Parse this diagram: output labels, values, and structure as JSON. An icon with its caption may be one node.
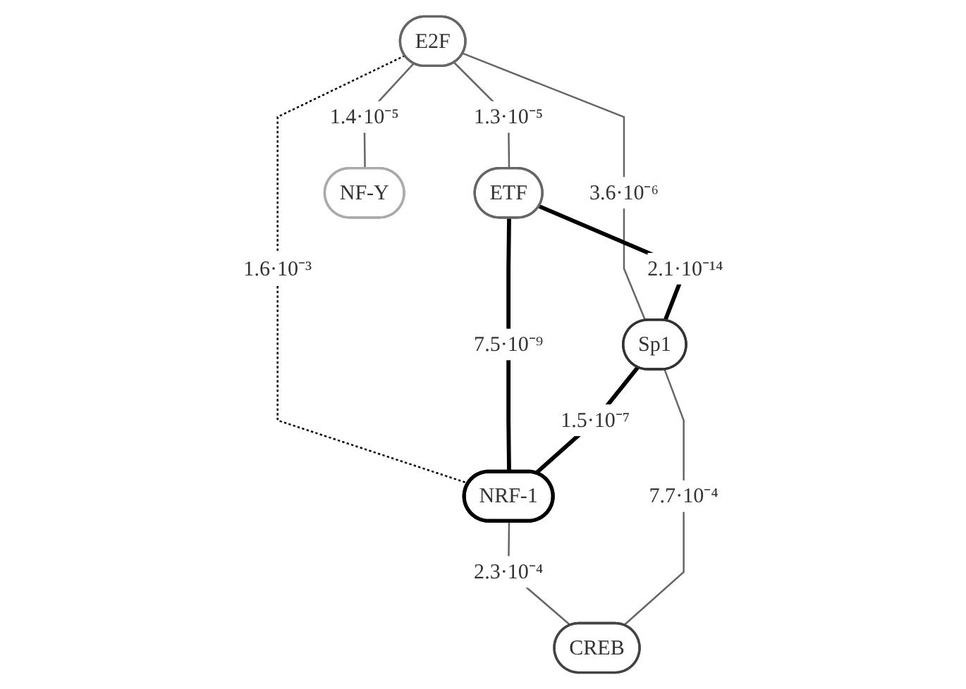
{
  "diagram": {
    "nodes": [
      {
        "text": [
          "E2F"
        ]
      },
      {
        "text": [
          "ETF"
        ]
      },
      {
        "text": [
          "NF-Y"
        ]
      },
      {
        "text": [
          "NRF-1"
        ]
      },
      {
        "text": [
          "Sp1"
        ]
      },
      {
        "text": [
          "CREB"
        ]
      }
    ],
    "edges": [
      {
        "from": 0,
        "to": 1,
        "arrow": "none",
        "label": "1.3·10⁻⁵"
      },
      {
        "from": 0,
        "to": 2,
        "arrow": "none",
        "label": "1.4·10⁻⁵"
      },
      {
        "from": 0,
        "to": 4,
        "arrow": "none",
        "label": "3.6·10⁻⁶"
      },
      {
        "from": 0,
        "to": 3,
        "arrow": "none",
        "label": "1.6·10⁻³",
        "style": "dashed",
        "color": "#000000"
      },
      {
        "from": 1,
        "to": 3,
        "arrow": "none",
        "label": "7.5·10⁻⁹",
        "style": "thick",
        "color": "#000000"
      },
      {
        "from": 1,
        "to": 4,
        "arrow": "none",
        "label": "2.1·10⁻¹⁴",
        "style": "thick",
        "color": "#000000"
      },
      {
        "from": 4,
        "to": 3,
        "arrow": "none",
        "label": "1.5·10⁻⁷",
        "style": "thick",
        "color": "#000000"
      },
      {
        "from": 3,
        "to": 5,
        "arrow": "none",
        "label": "2.3·10⁻⁴"
      },
      {
        "from": 4,
        "to": 5,
        "arrow": "none",
        "label": "7.7·10⁻⁴"
      }
    ]
  }
}
